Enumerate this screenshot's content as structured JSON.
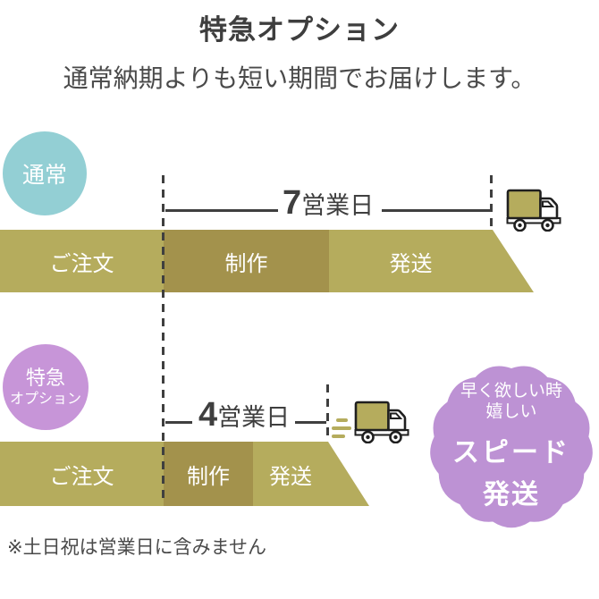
{
  "title": "特急オプション",
  "subtitle": "通常納期よりも短い期間でお届けします。",
  "colors": {
    "teal": "#93cfd4",
    "circle_purple": "#c795d8",
    "badge_purple": "#bd92d4",
    "olive_light": "#b5ac5d",
    "olive_dark": "#a3924c",
    "line_dark": "#3f3f3f",
    "text_dark": "#3e3e3e",
    "text_mid": "#4a4a4a"
  },
  "normal": {
    "lane_label": "通常",
    "duration_number": "7",
    "duration_unit": "営業日",
    "steps": [
      "ご注文",
      "制作",
      "発送"
    ]
  },
  "express": {
    "lane_label_line1": "特急",
    "lane_label_line2": "オプション",
    "duration_number": "4",
    "duration_unit": "営業日",
    "steps": [
      "ご注文",
      "制作",
      "発送"
    ]
  },
  "speed_badge": {
    "line1": "早く欲しい時",
    "line2": "嬉しい",
    "line3": "スピード",
    "line4": "発送"
  },
  "footnote": "※土日祝は営業日に含みません"
}
